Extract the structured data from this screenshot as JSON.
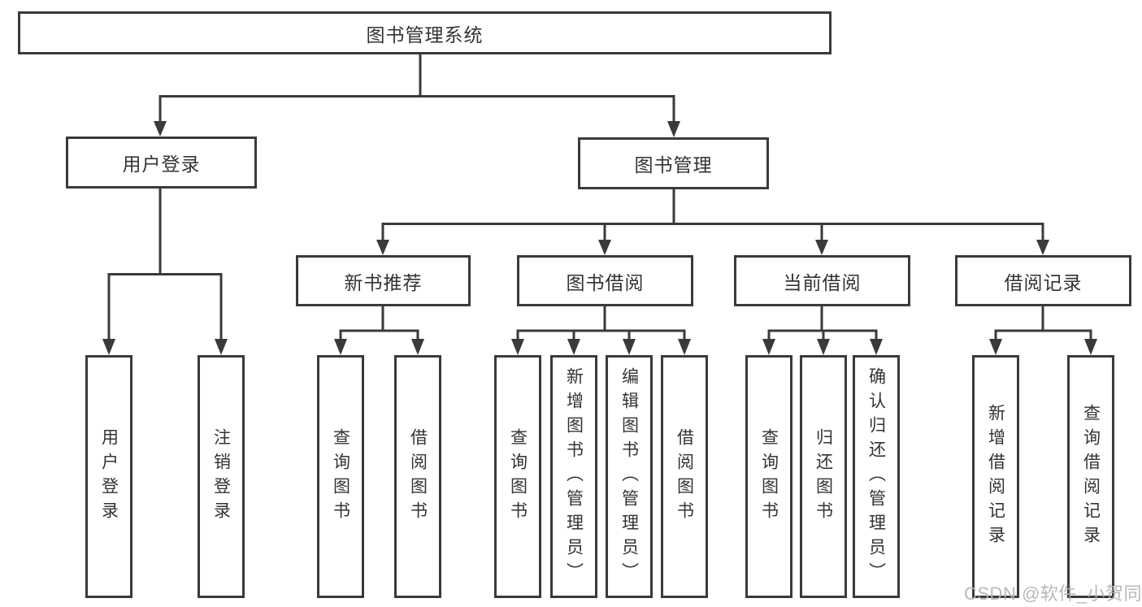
{
  "tree": {
    "root": "图书管理系统",
    "branches": [
      {
        "label": "用户登录",
        "children": [
          "用户登录",
          "注销登录"
        ]
      },
      {
        "label": "图书管理",
        "children": [
          {
            "label": "新书推荐",
            "children": [
              "查询图书",
              "借阅图书"
            ]
          },
          {
            "label": "图书借阅",
            "children": [
              "查询图书",
              "新增图书（管理员）",
              "编辑图书（管理员）",
              "借阅图书"
            ]
          },
          {
            "label": "当前借阅",
            "children": [
              "查询图书",
              "归还图书",
              "确认归还（管理员）"
            ]
          },
          {
            "label": "借阅记录",
            "children": [
              "新增借阅记录",
              "查询借阅记录"
            ]
          }
        ]
      }
    ]
  },
  "watermark": {
    "text": "CSDN @软件_小贺同学"
  },
  "colors": {
    "line": "#3a3a3a",
    "text": "#333333",
    "background": "#ffffff",
    "watermark": "#b2b2b2"
  }
}
